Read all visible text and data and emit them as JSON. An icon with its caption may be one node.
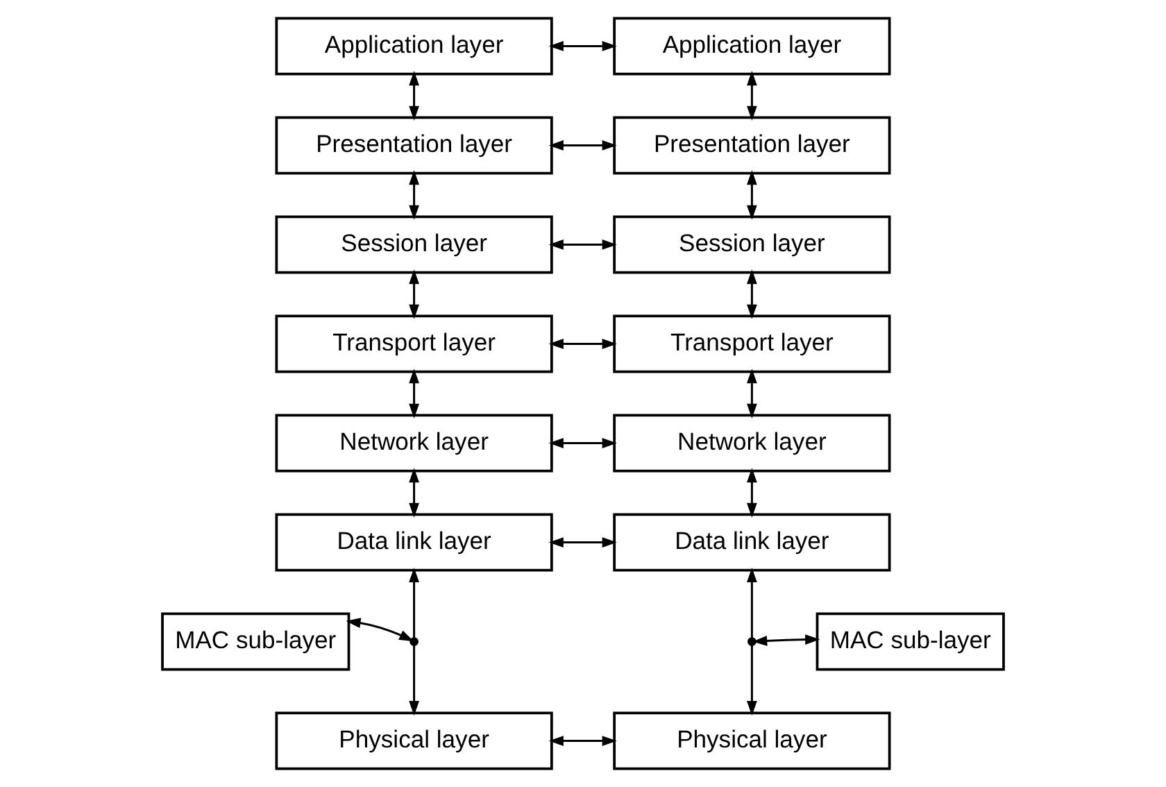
{
  "diagram": {
    "nodes": [
      {
        "text": [
          "Application layer"
        ]
      },
      {
        "text": [
          "Application layer"
        ]
      },
      {
        "text": [
          "Presentation layer"
        ]
      },
      {
        "text": [
          "Presentation layer"
        ]
      },
      {
        "text": [
          "Session layer"
        ]
      },
      {
        "text": [
          "Session layer"
        ]
      },
      {
        "text": [
          "Transport layer"
        ]
      },
      {
        "text": [
          "Transport layer"
        ]
      },
      {
        "text": [
          "Network layer"
        ]
      },
      {
        "text": [
          "Network layer"
        ]
      },
      {
        "text": [
          "Data link layer"
        ]
      },
      {
        "text": [
          "Data link layer"
        ]
      },
      {
        "text": [
          "Physical layer"
        ]
      },
      {
        "text": [
          "Physical layer"
        ]
      },
      {
        "text": [
          "MAC sub-layer"
        ]
      },
      {
        "text": [
          "MAC sub-layer"
        ]
      }
    ],
    "edges": [
      {
        "from": 0,
        "to": 1,
        "arrow": "both"
      },
      {
        "from": 0,
        "to": 2,
        "arrow": "both"
      },
      {
        "from": 1,
        "to": 3,
        "arrow": "both"
      },
      {
        "from": 2,
        "to": 3,
        "arrow": "both"
      },
      {
        "from": 2,
        "to": 4,
        "arrow": "both"
      },
      {
        "from": 3,
        "to": 5,
        "arrow": "both"
      },
      {
        "from": 4,
        "to": 5,
        "arrow": "both"
      },
      {
        "from": 4,
        "to": 6,
        "arrow": "both"
      },
      {
        "from": 5,
        "to": 7,
        "arrow": "both"
      },
      {
        "from": 6,
        "to": 7,
        "arrow": "both"
      },
      {
        "from": 6,
        "to": 8,
        "arrow": "both"
      },
      {
        "from": 7,
        "to": 9,
        "arrow": "both"
      },
      {
        "from": 8,
        "to": 9,
        "arrow": "both"
      },
      {
        "from": 8,
        "to": 10,
        "arrow": "both"
      },
      {
        "from": 9,
        "to": 11,
        "arrow": "both"
      },
      {
        "from": 10,
        "to": 11,
        "arrow": "both"
      },
      {
        "from": 10,
        "to": 12,
        "arrow": "both"
      },
      {
        "from": 11,
        "to": 13,
        "arrow": "both"
      },
      {
        "from": 12,
        "to": 13,
        "arrow": "both"
      },
      {
        "from": 14,
        "to": null,
        "arrow": "both"
      },
      {
        "from": 15,
        "to": null,
        "arrow": "both"
      }
    ]
  }
}
